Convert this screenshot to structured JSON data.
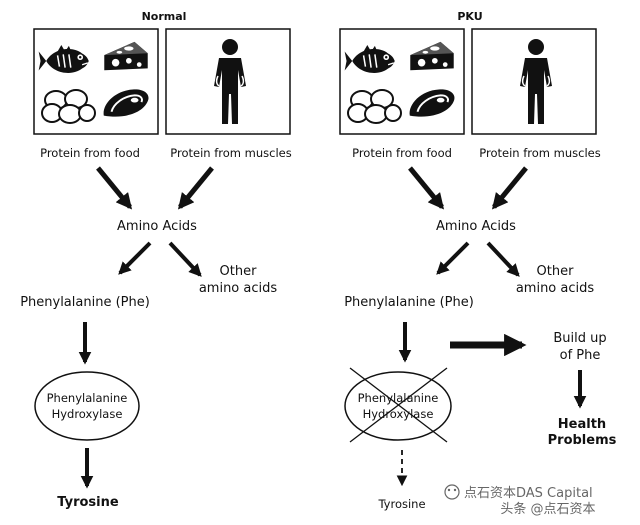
{
  "normal": {
    "title": "Normal",
    "source_food": "Protein from food",
    "source_muscles": "Protein from muscles",
    "amino_acids": "Amino Acids",
    "other_line1": "Other",
    "other_line2": "amino acids",
    "phe": "Phenylalanine (Phe)",
    "enzyme_line1": "Phenylalanine",
    "enzyme_line2": "Hydroxylase",
    "product": "Tyrosine"
  },
  "pku": {
    "title": "PKU",
    "source_food": "Protein from food",
    "source_muscles": "Protein from muscles",
    "amino_acids": "Amino Acids",
    "other_line1": "Other",
    "other_line2": "amino acids",
    "phe": "Phenylalanine (Phe)",
    "enzyme_line1": "Phenylalanine",
    "enzyme_line2": "Hydroxylase",
    "product": "Tyrosine",
    "buildup_line1": "Build up",
    "buildup_line2": "of Phe",
    "health_line1": "Health",
    "health_line2": "Problems"
  },
  "watermark": {
    "line1": "点石资本DAS Capital",
    "line2": "头条 @点石资本"
  },
  "icons": [
    "fish-icon",
    "cheese-icon",
    "eggs-icon",
    "meat-icon",
    "person-icon"
  ]
}
